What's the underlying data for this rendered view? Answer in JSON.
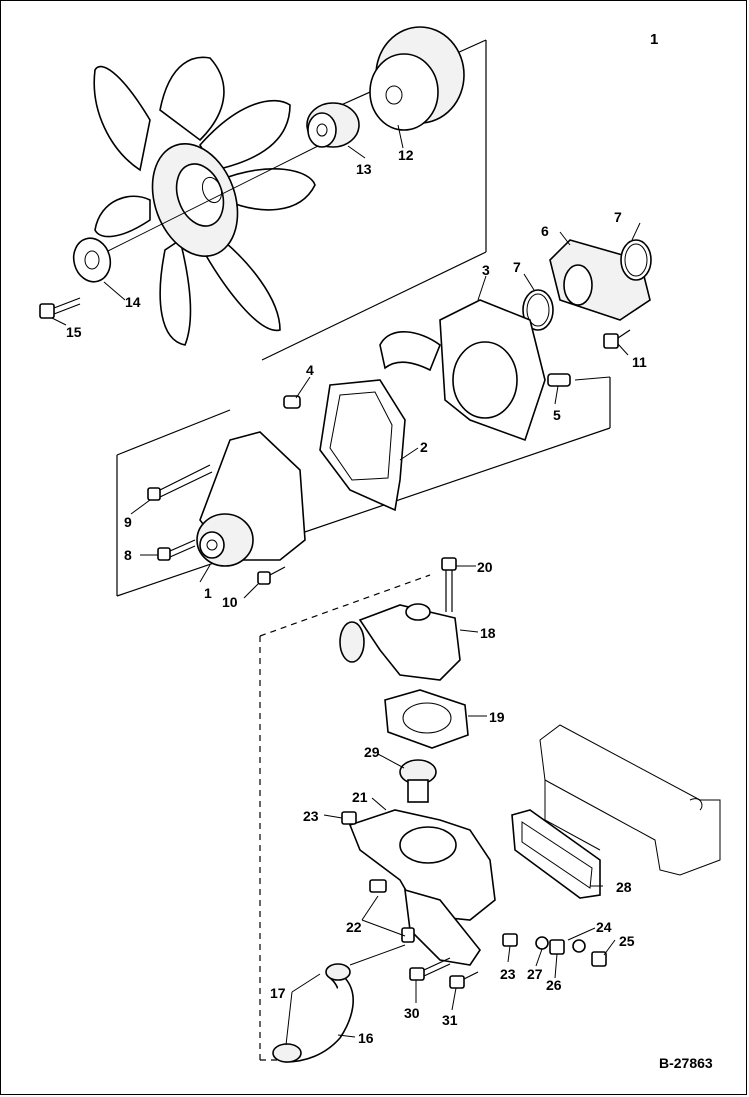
{
  "figure": {
    "number": "1",
    "reference": "B-27863"
  },
  "callouts": [
    {
      "id": "c1",
      "label": "1"
    },
    {
      "id": "c2",
      "label": "2"
    },
    {
      "id": "c3",
      "label": "3"
    },
    {
      "id": "c4",
      "label": "4"
    },
    {
      "id": "c5",
      "label": "5"
    },
    {
      "id": "c6",
      "label": "6"
    },
    {
      "id": "c7a",
      "label": "7"
    },
    {
      "id": "c7b",
      "label": "7"
    },
    {
      "id": "c8",
      "label": "8"
    },
    {
      "id": "c9",
      "label": "9"
    },
    {
      "id": "c10",
      "label": "10"
    },
    {
      "id": "c11",
      "label": "11"
    },
    {
      "id": "c12",
      "label": "12"
    },
    {
      "id": "c13",
      "label": "13"
    },
    {
      "id": "c14",
      "label": "14"
    },
    {
      "id": "c15",
      "label": "15"
    },
    {
      "id": "c16",
      "label": "16"
    },
    {
      "id": "c17",
      "label": "17"
    },
    {
      "id": "c18",
      "label": "18"
    },
    {
      "id": "c19",
      "label": "19"
    },
    {
      "id": "c20",
      "label": "20"
    },
    {
      "id": "c21",
      "label": "21"
    },
    {
      "id": "c22",
      "label": "22"
    },
    {
      "id": "c23a",
      "label": "23"
    },
    {
      "id": "c23b",
      "label": "23"
    },
    {
      "id": "c24",
      "label": "24"
    },
    {
      "id": "c25",
      "label": "25"
    },
    {
      "id": "c26",
      "label": "26"
    },
    {
      "id": "c27",
      "label": "27"
    },
    {
      "id": "c28",
      "label": "28"
    },
    {
      "id": "c29",
      "label": "29"
    },
    {
      "id": "c30",
      "label": "30"
    },
    {
      "id": "c31",
      "label": "31"
    }
  ]
}
